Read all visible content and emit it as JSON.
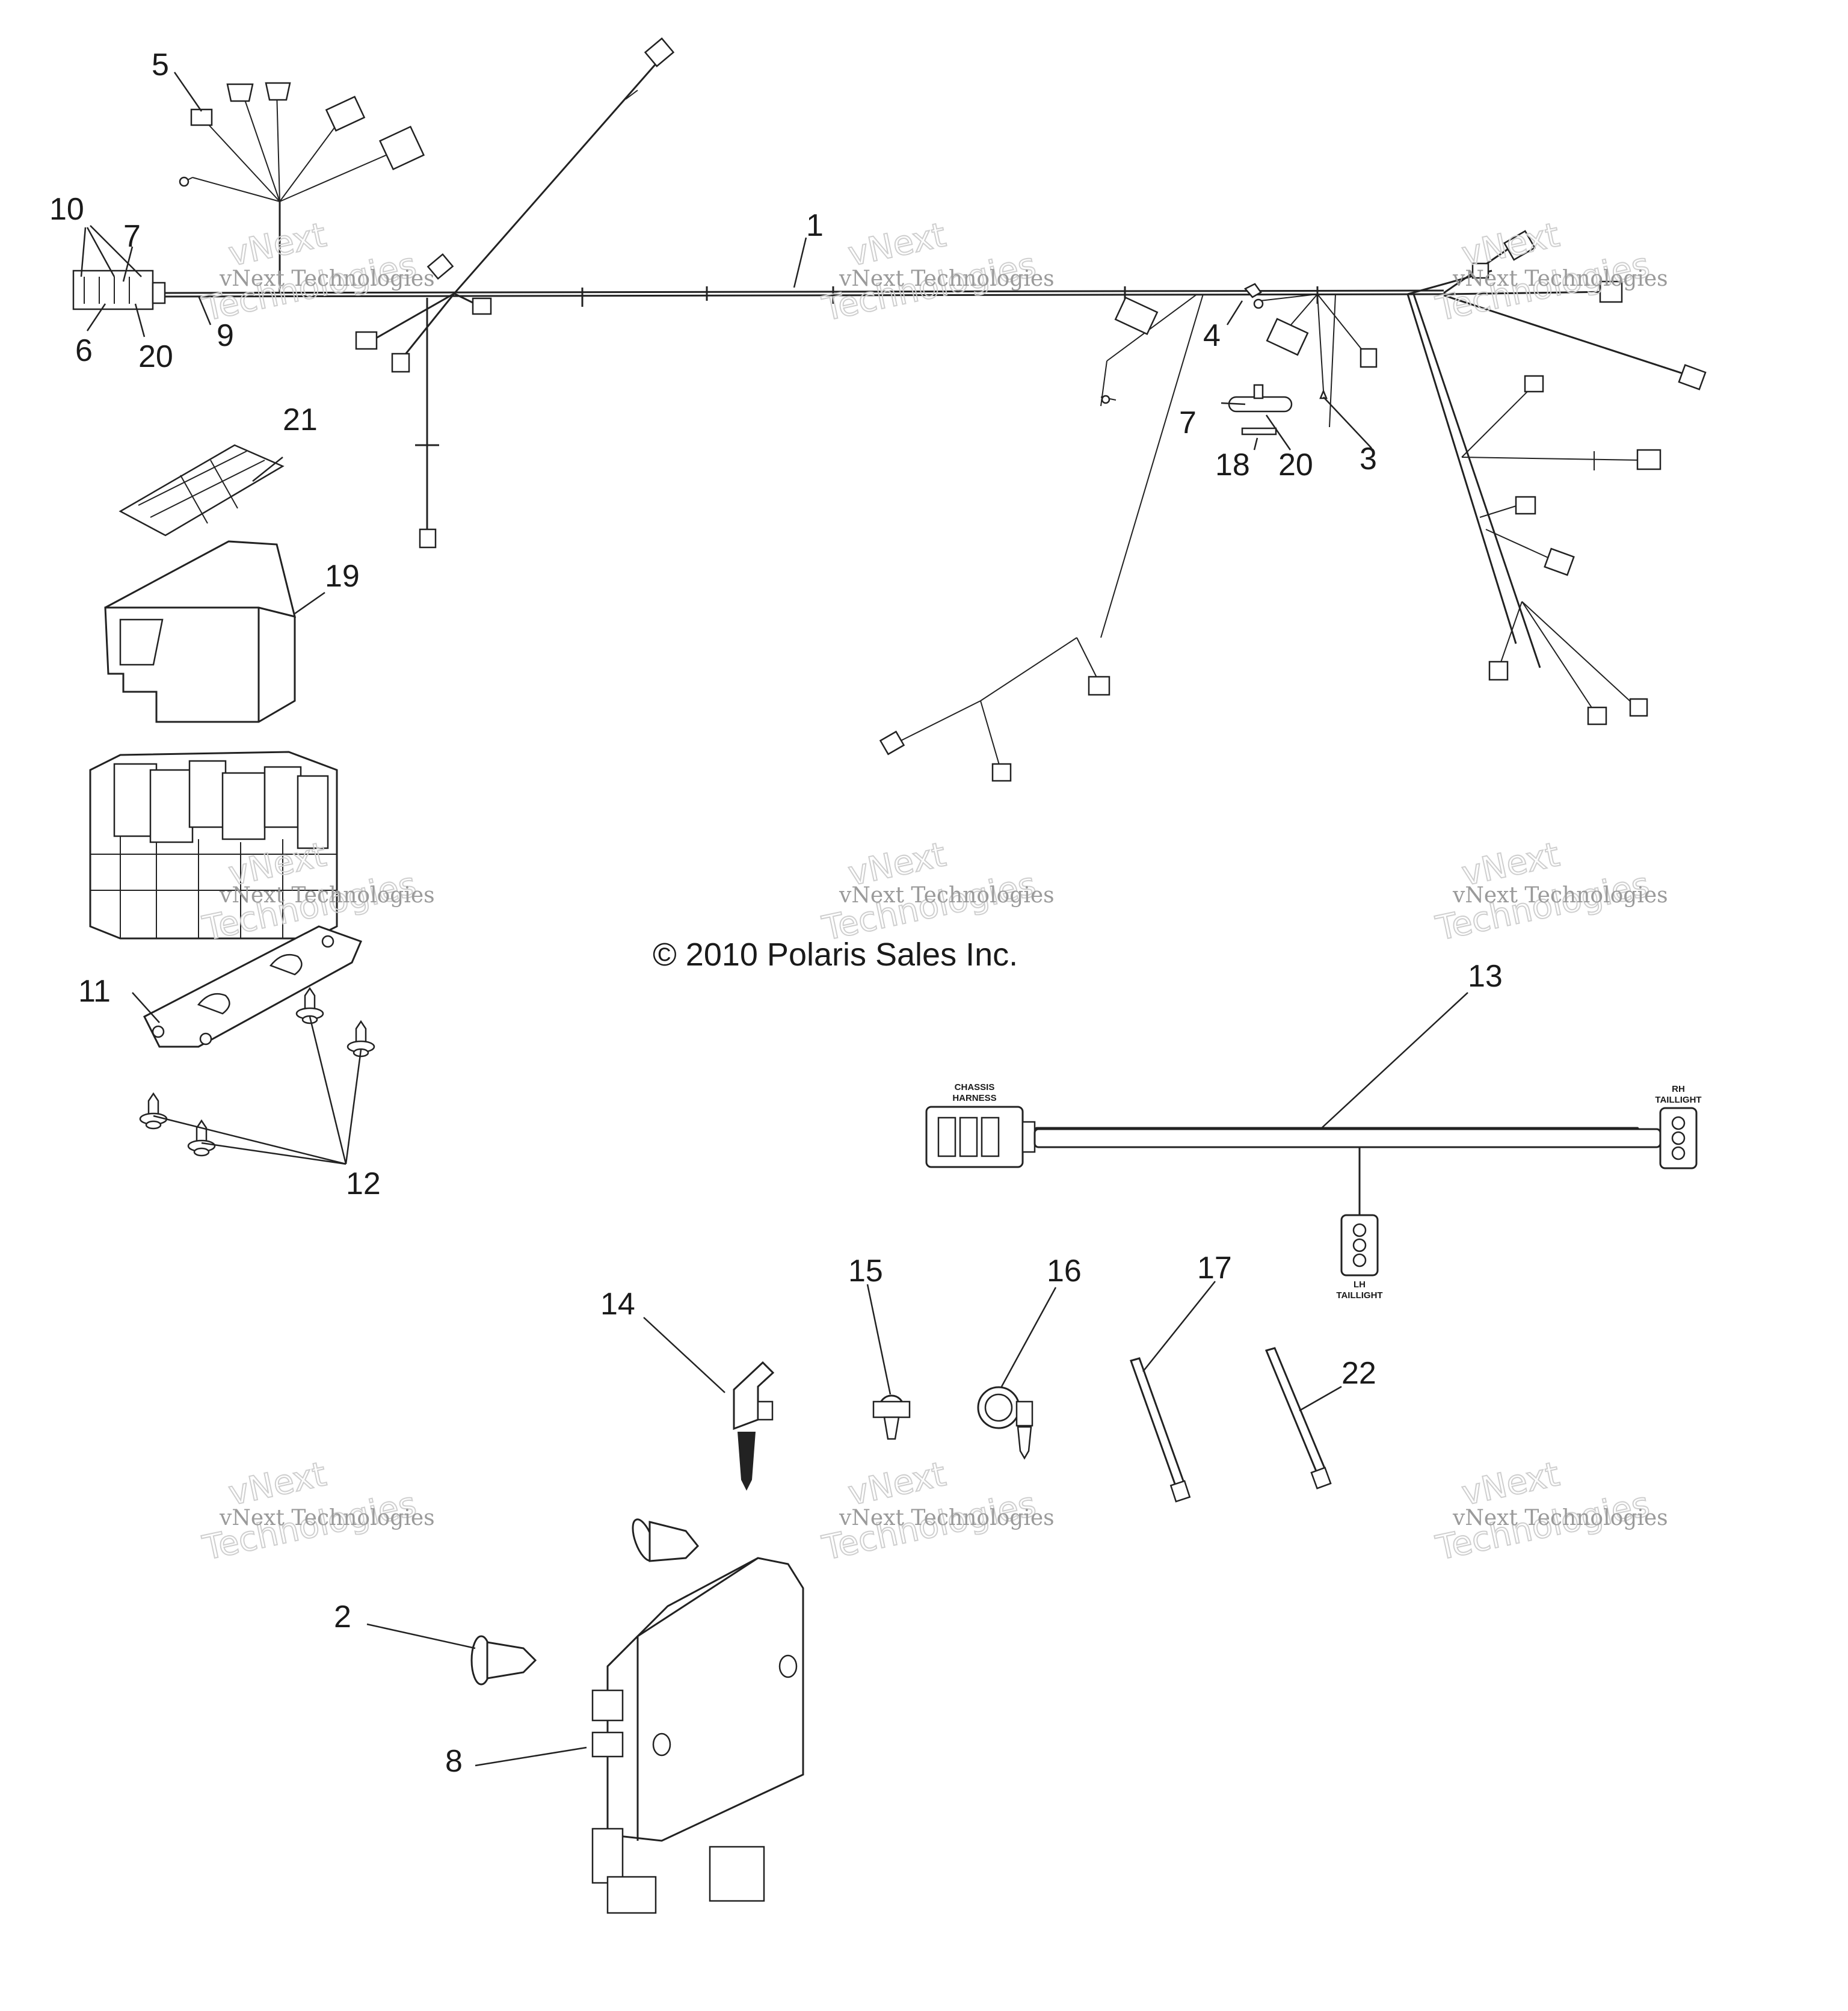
{
  "copyright": "© 2010 Polaris Sales Inc.",
  "watermark": {
    "line1": "vNext",
    "line2": "Technologies",
    "small": "vNext Technologies"
  },
  "callouts": {
    "c1": "1",
    "c2": "2",
    "c3": "3",
    "c4": "4",
    "c5": "5",
    "c6": "6",
    "c7a": "7",
    "c7b": "7",
    "c8": "8",
    "c9": "9",
    "c10": "10",
    "c11": "11",
    "c12": "12",
    "c13": "13",
    "c14": "14",
    "c15": "15",
    "c16": "16",
    "c17": "17",
    "c18": "18",
    "c20a": "20",
    "c20b": "20",
    "c19": "19",
    "c21": "21",
    "c22": "22"
  },
  "taillight_harness": {
    "chassis_label_1": "CHASSIS",
    "chassis_label_2": "HARNESS",
    "rh_label_1": "RH",
    "rh_label_2": "TAILLIGHT",
    "lh_label_1": "LH",
    "lh_label_2": "TAILLIGHT"
  }
}
